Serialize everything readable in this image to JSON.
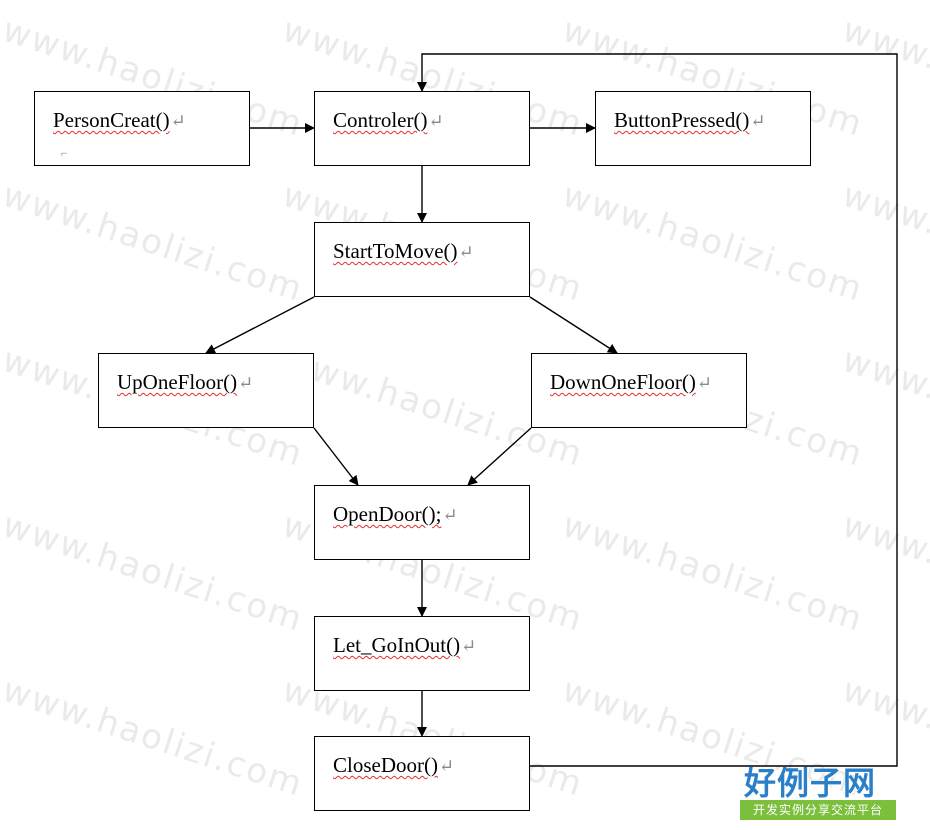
{
  "watermark": {
    "text": "www.haolizi.com"
  },
  "nodes": {
    "person_creat": {
      "label": "PersonCreat()",
      "ret": "↵"
    },
    "controler": {
      "label": "Controler()",
      "ret": "↵"
    },
    "button_pressed": {
      "label": "ButtonPressed()",
      "ret": "↵"
    },
    "start_to_move": {
      "label": "StartToMove()",
      "ret": "↵"
    },
    "up_one_floor": {
      "label": "UpOneFloor()",
      "ret": "↵"
    },
    "down_one_floor": {
      "label": "DownOneFloor()",
      "ret": "↵"
    },
    "open_door": {
      "label": "OpenDoor();",
      "ret": "↵"
    },
    "let_go_in_out": {
      "label": "Let_GoInOut()",
      "ret": "↵"
    },
    "close_door": {
      "label": "CloseDoor()",
      "ret": "↵"
    }
  },
  "edges": [
    {
      "from": "person_creat",
      "to": "controler"
    },
    {
      "from": "controler",
      "to": "button_pressed"
    },
    {
      "from": "controler",
      "to": "start_to_move"
    },
    {
      "from": "start_to_move",
      "to": "up_one_floor"
    },
    {
      "from": "start_to_move",
      "to": "down_one_floor"
    },
    {
      "from": "up_one_floor",
      "to": "open_door"
    },
    {
      "from": "down_one_floor",
      "to": "open_door"
    },
    {
      "from": "open_door",
      "to": "let_go_in_out"
    },
    {
      "from": "let_go_in_out",
      "to": "close_door"
    },
    {
      "from": "close_door",
      "to": "controler"
    }
  ],
  "logo": {
    "main": "好例子网",
    "sub": "开发实例分享交流平台"
  }
}
